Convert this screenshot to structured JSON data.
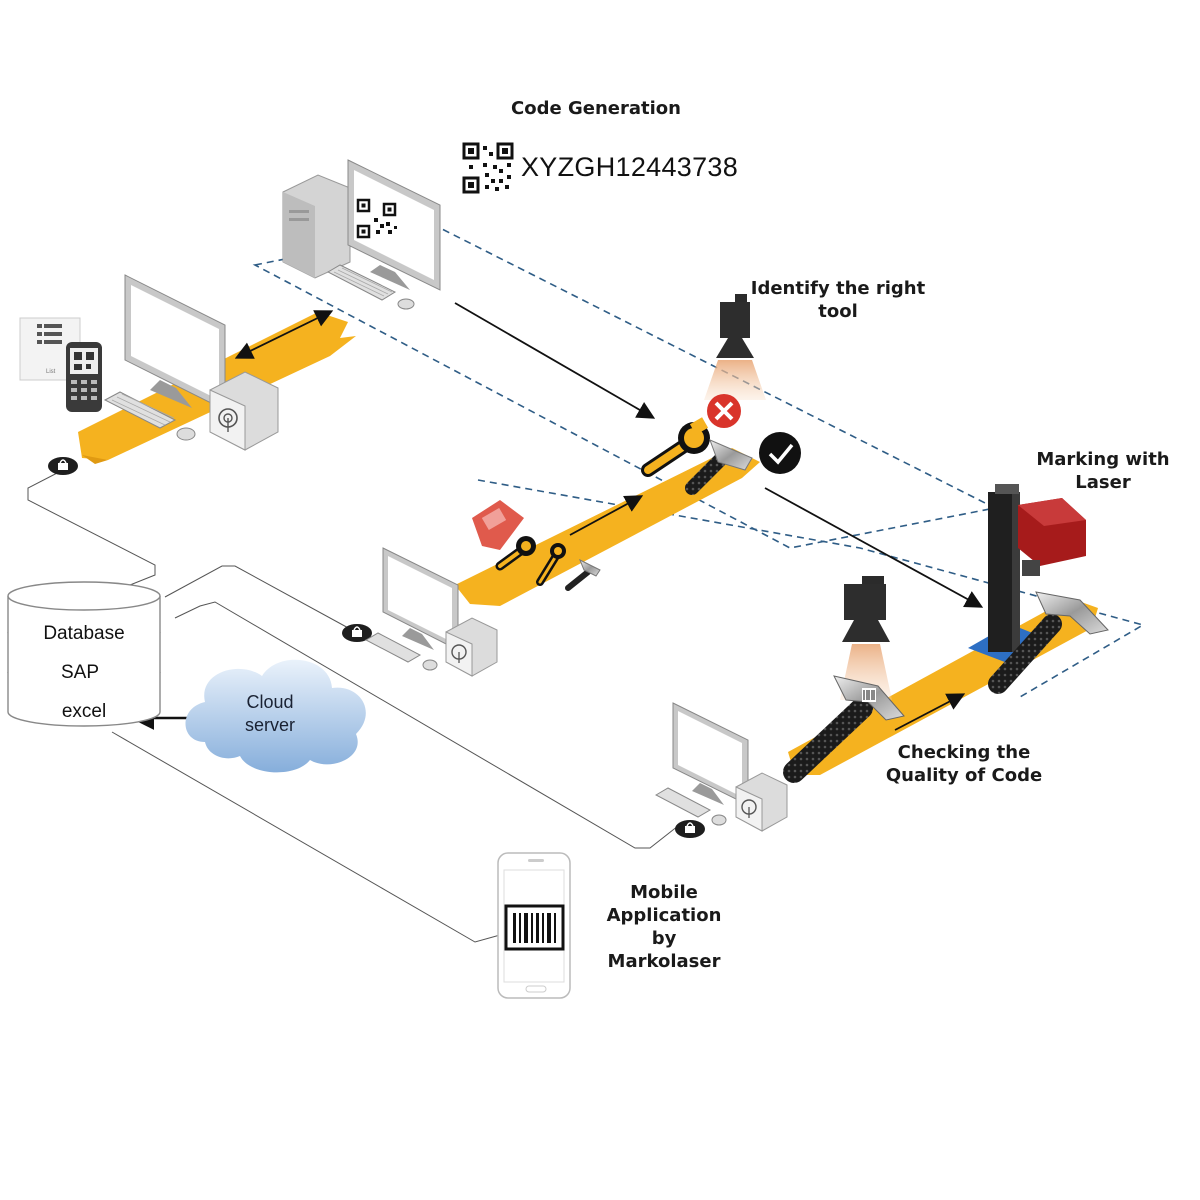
{
  "labels": {
    "code_generation": "Code Generation",
    "code_value": "XYZGH12443738",
    "identify_tool": [
      "Identify the right",
      "tool"
    ],
    "marking_laser": [
      "Marking with",
      "Laser"
    ],
    "checking_quality": [
      "Checking the",
      "Quality of Code"
    ],
    "mobile_app": [
      "Mobile",
      "Application",
      "by",
      "Markolaser"
    ],
    "cloud": [
      "Cloud",
      "server"
    ],
    "list_card": "List"
  },
  "database_stack": [
    "Database",
    "SAP",
    "excel"
  ],
  "colors": {
    "conveyor": "#f5b21f",
    "dashed": "#2f5d86",
    "cloud_light": "#dbe8f7",
    "cloud_dark": "#8eb4de",
    "laser_red": "#a61b1b",
    "reject_red": "#d9342b",
    "monitor_gray": "#d8d8d8"
  },
  "icons": [
    "qr-code-icon",
    "lock-icon",
    "wrench-icon",
    "hammer-icon",
    "check-icon",
    "reject-icon",
    "camera-icon",
    "barcode-icon",
    "sharpener-icon",
    "scanner-icon"
  ]
}
